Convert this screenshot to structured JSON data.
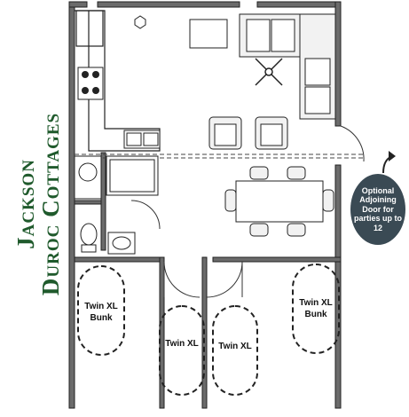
{
  "brand": {
    "line1": "Jackson",
    "line2": "Duroc Cottages"
  },
  "note": "Optional Adjoining Door for parties up to 12",
  "beds": [
    {
      "label_line1": "Twin XL",
      "label_line2": "Bunk"
    },
    {
      "label_line1": "Twin XL",
      "label_line2": ""
    },
    {
      "label_line1": "Twin XL",
      "label_line2": ""
    },
    {
      "label_line1": "Twin XL",
      "label_line2": "Bunk"
    }
  ],
  "colors": {
    "wall": "#222222",
    "brand": "#1f5a2c",
    "bubble": "#3a4a54",
    "fixture": "#555555"
  }
}
